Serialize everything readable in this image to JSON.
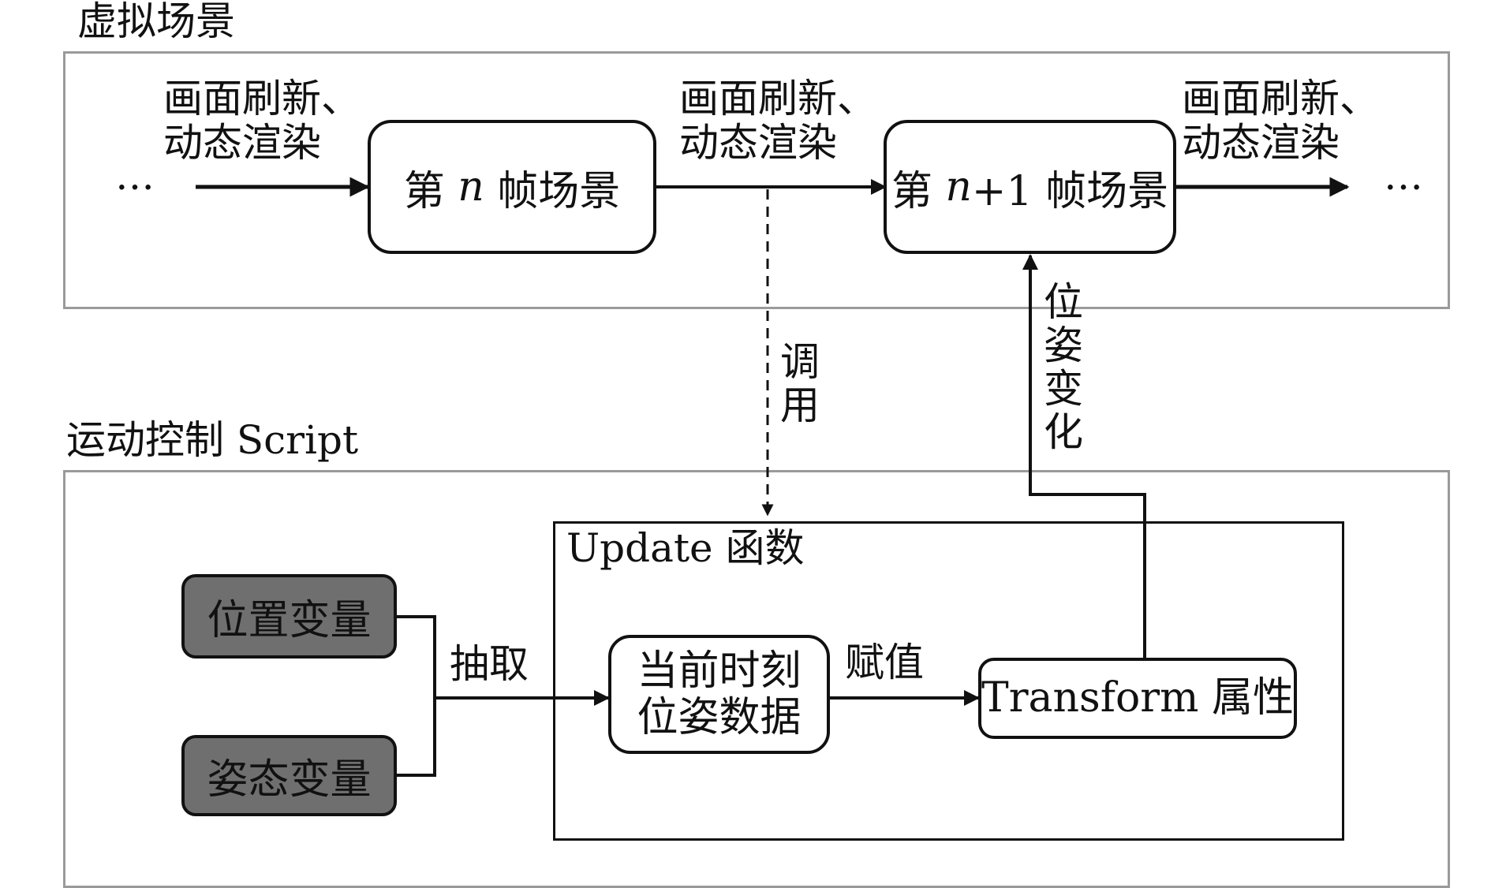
{
  "virtual_scene": {
    "title": "虚拟场景",
    "ellipsis_left": "…",
    "ellipsis_right": "…",
    "edge_labels": [
      [
        "画面刷新、",
        "动态渲染"
      ],
      [
        "画面刷新、",
        "动态渲染"
      ],
      [
        "画面刷新、",
        "动态渲染"
      ]
    ],
    "frame_n": {
      "prefix": "第 ",
      "var": "n",
      "suffix": " 帧场景"
    },
    "frame_n1": {
      "prefix": "第 ",
      "var": "n",
      "suffix": "+1 帧场景"
    }
  },
  "call_label": [
    "调",
    "用"
  ],
  "pose_change_label": [
    "位",
    "姿",
    "变",
    "化"
  ],
  "motion_script": {
    "title": "运动控制 Script",
    "position_var": "位置变量",
    "attitude_var": "姿态变量",
    "extract_label": "抽取",
    "update_title": "Update 函数",
    "current_pose": [
      "当前时刻",
      "位姿数据"
    ],
    "assign_label": "赋值",
    "transform": "Transform 属性"
  }
}
